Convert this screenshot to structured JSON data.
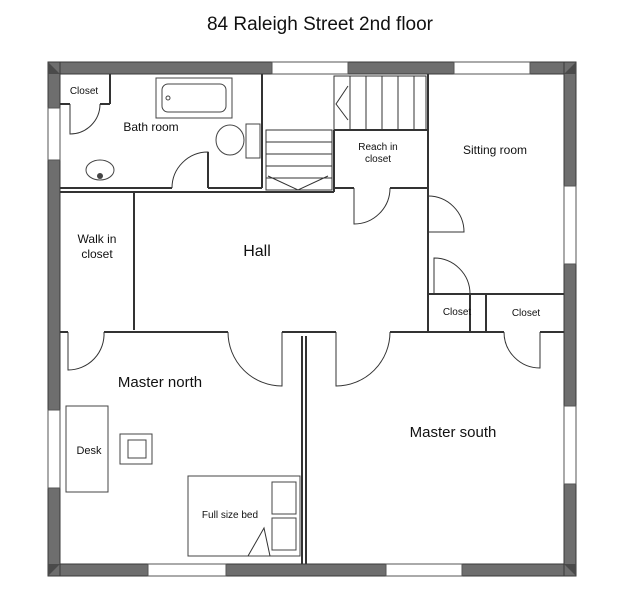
{
  "title": "84 Raleigh Street 2nd floor",
  "rooms": {
    "closet_bath": "Closet",
    "bath_room": "Bath room",
    "reach_in_closet_line1": "Reach in",
    "reach_in_closet_line2": "closet",
    "sitting_room": "Sitting room",
    "walk_in_closet_line1": "Walk in",
    "walk_in_closet_line2": "closet",
    "hall": "Hall",
    "closet_left": "Closet",
    "closet_right": "Closet",
    "master_north": "Master north",
    "master_south": "Master south",
    "desk": "Desk",
    "bed": "Full size bed"
  }
}
